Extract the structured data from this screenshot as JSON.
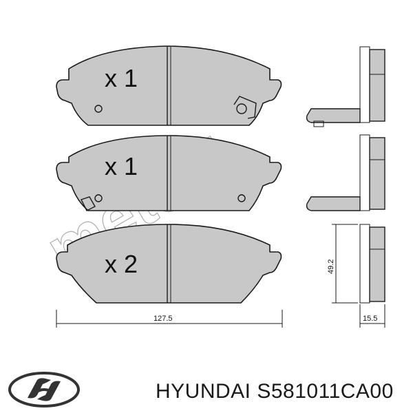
{
  "watermark": "metelli",
  "pads": [
    {
      "quantity": "x 1"
    },
    {
      "quantity": "x 1"
    },
    {
      "quantity": "x 2"
    }
  ],
  "dimensions": {
    "width": "127.5",
    "height": "49.2",
    "thickness": "15.5"
  },
  "caption": {
    "brand": "HYUNDAI",
    "part_number": "S581011CA00"
  },
  "logo": {
    "icon": "hyundai-logo-icon"
  }
}
